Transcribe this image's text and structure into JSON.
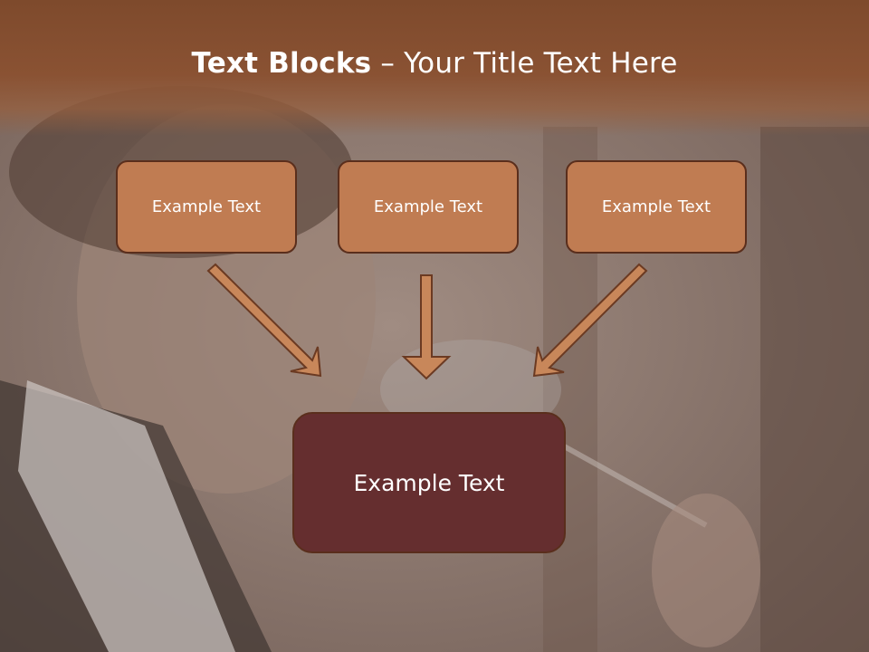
{
  "title": {
    "bold": "Text Blocks",
    "rest": " – Your Title Text Here"
  },
  "boxes": [
    {
      "label": "Example Text"
    },
    {
      "label": "Example Text"
    },
    {
      "label": "Example Text"
    }
  ],
  "target": {
    "label": "Example Text"
  },
  "colors": {
    "banner": "#8a5233",
    "box_fill": "#c07c52",
    "box_border": "#5a2e1c",
    "target_fill": "#652e2f",
    "arrow": "#c8875a"
  }
}
